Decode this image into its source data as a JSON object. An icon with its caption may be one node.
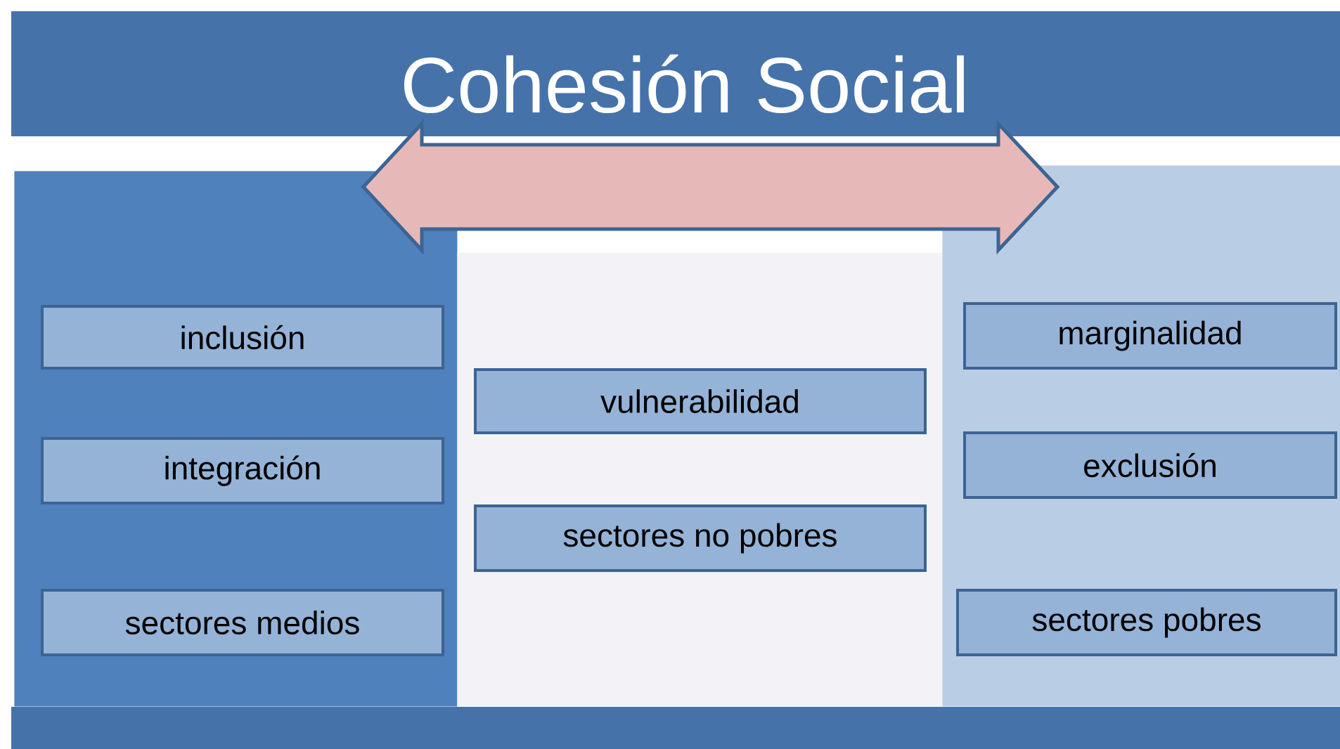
{
  "diagram": {
    "title": "Cohesión Social",
    "nodes": [
      {
        "text": [],
        "shape": "box"
      },
      {
        "text": [],
        "shape": "box"
      },
      {
        "text": [],
        "shape": "box"
      },
      {
        "text": [
          "inclusión"
        ],
        "in": 0
      },
      {
        "text": [
          "integración"
        ],
        "in": 0
      },
      {
        "text": [
          "sectores medios"
        ],
        "in": 0
      },
      {
        "text": [
          "vulnerabilidad"
        ],
        "in": 1
      },
      {
        "text": [
          "sectores no pobres"
        ],
        "in": 1
      },
      {
        "text": [
          "marginalidad"
        ],
        "in": 2
      },
      {
        "text": [
          "exclusión"
        ],
        "in": 2
      },
      {
        "text": [
          "sectores pobres"
        ],
        "in": 2
      }
    ],
    "edges": [
      {
        "from": 0,
        "to": 2,
        "arrow": "both"
      }
    ]
  }
}
